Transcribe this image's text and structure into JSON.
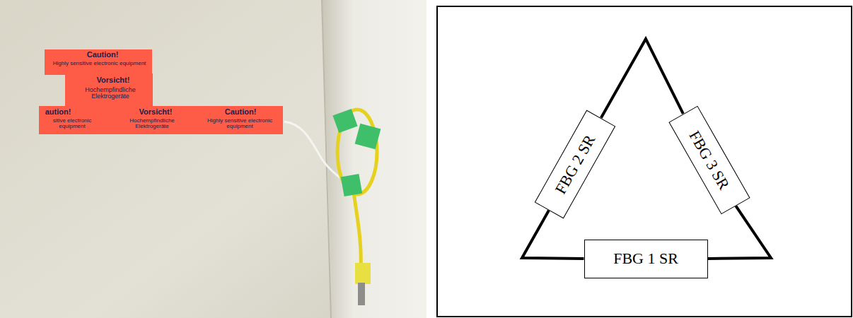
{
  "diagram": {
    "nodes": [
      {
        "text": [
          "FBG 1 SR"
        ]
      },
      {
        "text": [
          "FBG 2 SR"
        ]
      },
      {
        "text": [
          "FBG 3 SR"
        ]
      }
    ],
    "edges": [
      {
        "from": 0,
        "to": 1,
        "arrow": "none"
      },
      {
        "from": 1,
        "to": 2,
        "arrow": "none"
      },
      {
        "from": 2,
        "to": 0,
        "arrow": "none"
      }
    ],
    "labels": [
      "Caution!",
      "Highly sensitive electronic equipment",
      "Vorsicht!",
      "Hochempfindliche Elektrogeräte",
      "aution!",
      "sitive electronic equipment",
      "Vorsicht!",
      "Hochempfindliche Elektrogeräte",
      "Caution!",
      "Highly sensitive electronic equipment"
    ]
  }
}
